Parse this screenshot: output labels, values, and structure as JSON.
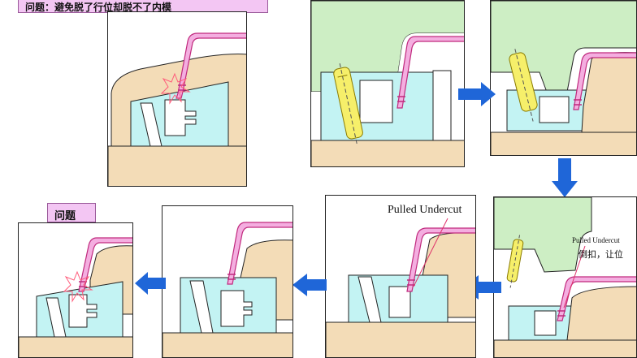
{
  "labels": {
    "top_problem": "问题：避免脱了行位却脱不了内模",
    "bottom_problem": "问题"
  },
  "annotations": {
    "pulled_undercut_large": "Pulled Undercut",
    "pulled_undercut_small": "Pulled Undercut",
    "undercut_cn": "倒扣，让位"
  },
  "colors": {
    "mold_green": "#cdeec4",
    "core_cyan": "#c3f3f3",
    "base_tan": "#f3dcb7",
    "part_pink": "#d9609f",
    "pin_yellow": "#f6ef6a",
    "arrow_blue": "#1f66d8",
    "label_pink": "#f3c6f3"
  }
}
